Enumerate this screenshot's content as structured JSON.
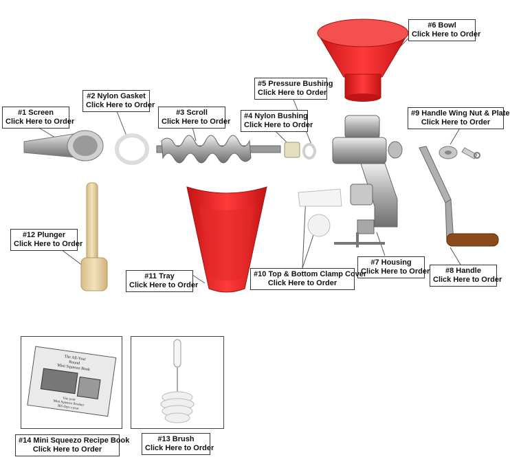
{
  "parts": [
    {
      "id": "screen",
      "name": "#1 Screen",
      "cta": "Click Here to Order"
    },
    {
      "id": "gasket",
      "name": "#2 Nylon Gasket",
      "cta": "Click Here to Order"
    },
    {
      "id": "scroll",
      "name": "#3 Scroll",
      "cta": "Click Here to Order"
    },
    {
      "id": "nylon-bushing",
      "name": "#4 Nylon Bushing",
      "cta": "Click Here to Order"
    },
    {
      "id": "pressure-bushing",
      "name": "#5 Pressure Bushing",
      "cta": "Click Here to Order"
    },
    {
      "id": "bowl",
      "name": "#6 Bowl",
      "cta": "Click Here to Order"
    },
    {
      "id": "housing",
      "name": "#7 Housing",
      "cta": "Click Here to Order"
    },
    {
      "id": "handle",
      "name": "#8 Handle",
      "cta": "Click Here to Order"
    },
    {
      "id": "wing-nut",
      "name": "#9 Handle Wing Nut & Plate",
      "cta": "Click Here to Order"
    },
    {
      "id": "clamp-cover",
      "name": "#10 Top & Bottom Clamp Cover",
      "cta": "Click Here to Order"
    },
    {
      "id": "tray",
      "name": "#11 Tray",
      "cta": "Click Here to Order"
    },
    {
      "id": "plunger",
      "name": "#12 Plunger",
      "cta": "Click Here to Order"
    },
    {
      "id": "brush",
      "name": "#13 Brush",
      "cta": "Click Here to Order"
    },
    {
      "id": "recipe-book",
      "name": "#14 Mini Squeezo Recipe Book",
      "cta": "Click Here to Order"
    }
  ],
  "book_cover": {
    "title_lines": [
      "The All-Year",
      "Round",
      "Mini Squeezo Book"
    ],
    "tagline_lines": [
      "Use your",
      "Mini Squeezo Strainer",
      "365 days a year"
    ]
  },
  "colors": {
    "accent_red": "#e01e1e",
    "metal": "#b8b8b8",
    "wood": "#e6cfa0",
    "handle_wood": "#8a4a1c"
  }
}
